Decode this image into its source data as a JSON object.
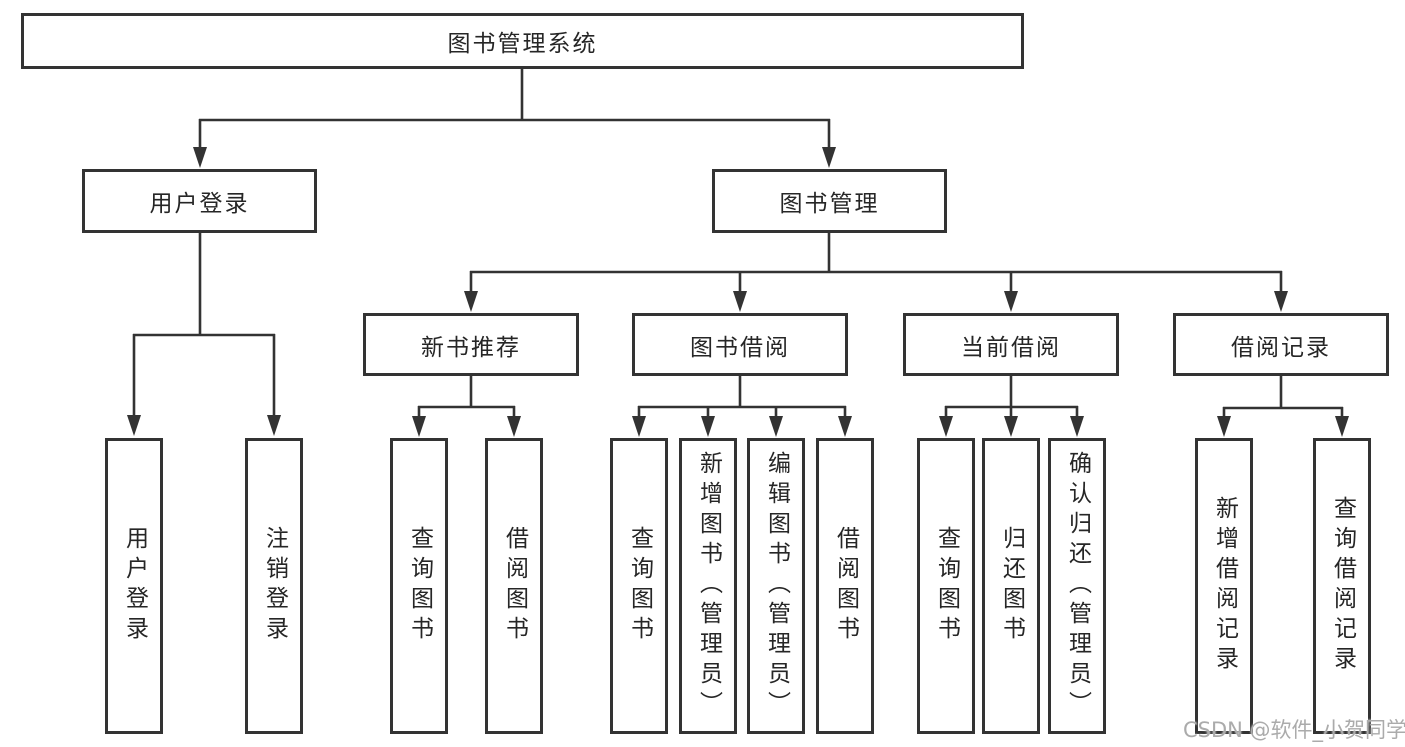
{
  "diagram": {
    "root": {
      "label": "图书管理系统"
    },
    "level2": [
      {
        "label": "用户登录"
      },
      {
        "label": "图书管理"
      }
    ],
    "level3": [
      {
        "label": "新书推荐"
      },
      {
        "label": "图书借阅"
      },
      {
        "label": "当前借阅"
      },
      {
        "label": "借阅记录"
      }
    ],
    "leaves": {
      "user_login_children": [
        {
          "label": "用户登录"
        },
        {
          "label": "注销登录"
        }
      ],
      "new_book_recommend_children": [
        {
          "label": "查询图书"
        },
        {
          "label": "借阅图书"
        }
      ],
      "book_borrowing_children": [
        {
          "label": "查询图书"
        },
        {
          "label": "新增图书（管理员）"
        },
        {
          "label": "编辑图书（管理员）"
        },
        {
          "label": "借阅图书"
        }
      ],
      "current_borrowing_children": [
        {
          "label": "查询图书"
        },
        {
          "label": "归还图书"
        },
        {
          "label": "确认归还（管理员）"
        }
      ],
      "borrowing_records_children": [
        {
          "label": "新增借阅记录"
        },
        {
          "label": "查询借阅记录"
        }
      ]
    }
  },
  "watermark": {
    "text": "CSDN @软件_小贺同学"
  },
  "colors": {
    "line": "#333333",
    "box_border": "#333333",
    "text": "#262626",
    "watermark": "#ababab",
    "background": "#ffffff"
  }
}
